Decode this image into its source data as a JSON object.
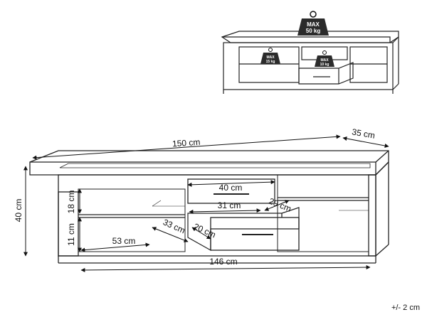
{
  "small_view": {
    "top_label": "MAX",
    "top_weight": "50 kg",
    "shelf_label": "MAX",
    "shelf_weight": "15 kg",
    "drawer_label": "MAX",
    "drawer_weight": "10 kg"
  },
  "dimensions": {
    "width": "150 cm",
    "depth": "35 cm",
    "height": "40 cm",
    "drawer_width": "40 cm",
    "shelf_gap": "18 cm",
    "lower_gap": "11 cm",
    "inner_drawer_width": "31 cm",
    "inner_drawer_depth": "29 cm",
    "compartment_width": "53 cm",
    "compartment_depth": "33 cm",
    "drawer_depth": "20 cm",
    "inner_width": "146 cm"
  },
  "tolerance": "+/- 2 cm"
}
